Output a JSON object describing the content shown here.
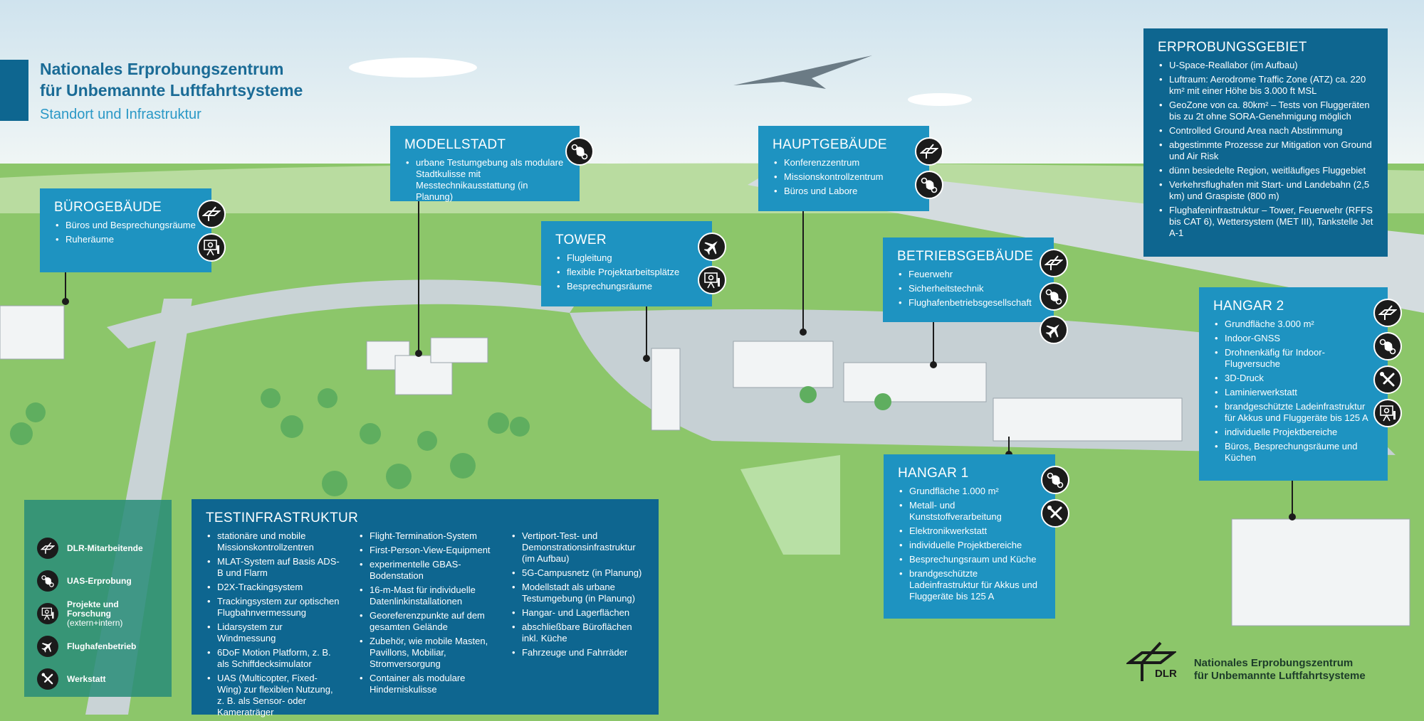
{
  "header": {
    "title_line1": "Nationales Erprobungszentrum",
    "title_line2": "für Unbemannte Luftfahrtsysteme",
    "subtitle": "Standort und Infrastruktur"
  },
  "boxes": {
    "buero": {
      "title": "BÜROGEBÄUDE",
      "items": [
        "Büros und Besprechungsräume",
        "Ruheräume"
      ],
      "icons": [
        "dlr",
        "projects"
      ]
    },
    "modellstadt": {
      "title": "MODELLSTADT",
      "items": [
        "urbane Testumgebung als modulare Stadtkulisse mit Messtechnikausstattung (in Planung)"
      ],
      "icons": [
        "uas"
      ]
    },
    "tower": {
      "title": "TOWER",
      "items": [
        "Flugleitung",
        "flexible Projektarbeitsplätze",
        "Besprechungsräume"
      ],
      "icons": [
        "plane",
        "projects"
      ]
    },
    "haupt": {
      "title": "HAUPTGEBÄUDE",
      "items": [
        "Konferenzzentrum",
        "Missionskontrollzentrum",
        "Büros und Labore"
      ],
      "icons": [
        "dlr",
        "uas"
      ]
    },
    "betrieb": {
      "title": "BETRIEBSGEBÄUDE",
      "items": [
        "Feuerwehr",
        "Sicherheitstechnik",
        "Flughafenbetriebsgesellschaft"
      ],
      "icons": [
        "dlr",
        "uas",
        "plane"
      ]
    },
    "gebiet": {
      "title": "ERPROBUNGSGEBIET",
      "items": [
        "U-Space-Reallabor (im Aufbau)",
        "Luftraum: Aerodrome Traffic Zone (ATZ) ca. 220 km² mit einer Höhe bis 3.000 ft MSL",
        "GeoZone von ca. 80km² – Tests von Fluggeräten bis zu 2t ohne SORA-Genehmigung möglich",
        "Controlled Ground Area nach Abstimmung",
        "abgestimmte Prozesse zur Mitigation von Ground und Air Risk",
        "dünn besiedelte Region, weitläufiges Fluggebiet",
        "Verkehrsflughafen mit Start- und Landebahn (2,5 km) und Graspiste (800 m)",
        "Flughafeninfrastruktur – Tower, Feuerwehr (RFFS bis CAT 6), Wettersystem (MET III), Tankstelle Jet A-1"
      ],
      "icons": []
    },
    "hangar2": {
      "title": "HANGAR 2",
      "items": [
        "Grundfläche 3.000 m²",
        "Indoor-GNSS",
        "Drohnenkäfig für Indoor-Flugversuche",
        "3D-Druck",
        "Laminierwerkstatt",
        "brandgeschützte Ladeinfrastruktur für Akkus und Fluggeräte bis 125 A",
        "individuelle Projektbereiche",
        "Büros, Besprechungsräume und Küchen"
      ],
      "icons": [
        "dlr",
        "uas",
        "wrench",
        "projects"
      ]
    },
    "hangar1": {
      "title": "HANGAR 1",
      "items": [
        "Grundfläche 1.000 m²",
        "Metall- und Kunststoffverarbeitung",
        "Elektronikwerkstatt",
        "individuelle Projektbereiche",
        "Besprechungsraum und Küche",
        "brandgeschützte Ladeinfrastruktur für Akkus und Fluggeräte bis 125 A"
      ],
      "icons": [
        "uas",
        "wrench"
      ]
    }
  },
  "testinfra": {
    "title": "TESTINFRASTRUKTUR",
    "columns": [
      [
        "stationäre und mobile Missionskontrollzentren",
        "MLAT-System auf Basis ADS-B und Flarm",
        "D2X-Trackingsystem",
        "Trackingsystem zur optischen Flugbahnvermessung",
        "Lidarsystem zur Windmessung",
        "6DoF Motion Platform, z. B. als Schiffdecksimulator",
        "UAS (Multicopter, Fixed-Wing) zur flexiblen Nutzung, z. B. als Sensor- oder Kameraträger"
      ],
      [
        "Flight-Termination-System",
        "First-Person-View-Equipment",
        "experimentelle GBAS-Bodenstation",
        "16-m-Mast für individuelle Datenlinkinstallationen",
        "Georeferenzpunkte auf dem gesamten Gelände",
        "Zubehör, wie mobile Masten, Pavillons, Mobiliar, Stromversorgung",
        "Container als modulare Hinderniskulisse"
      ],
      [
        "Vertiport-Test- und Demonstrationsinfrastruktur (im Aufbau)",
        "5G-Campusnetz (in Planung)",
        "Modellstadt als urbane Testumgebung (in Planung)",
        "Hangar- und Lagerflächen",
        "abschließbare Büroflächen inkl. Küche",
        "Fahrzeuge und Fahrräder"
      ]
    ]
  },
  "legend": [
    {
      "icon": "dlr",
      "label": "DLR-Mitarbeitende"
    },
    {
      "icon": "uas",
      "label": "UAS-Erprobung"
    },
    {
      "icon": "projects",
      "label": "Projekte und Forschung",
      "sub": "(extern+intern)"
    },
    {
      "icon": "plane",
      "label": "Flughafenbetrieb"
    },
    {
      "icon": "wrench",
      "label": "Werkstatt"
    }
  ],
  "footer": {
    "logo_text": "DLR",
    "line1": "Nationales Erprobungszentrum",
    "line2": "für Unbemannte Luftfahrtsysteme"
  },
  "colors": {
    "box_light": "#1e93c1",
    "box_dark": "#0e6690",
    "grass": "#8cc66a",
    "runway": "#c9d3d6"
  }
}
